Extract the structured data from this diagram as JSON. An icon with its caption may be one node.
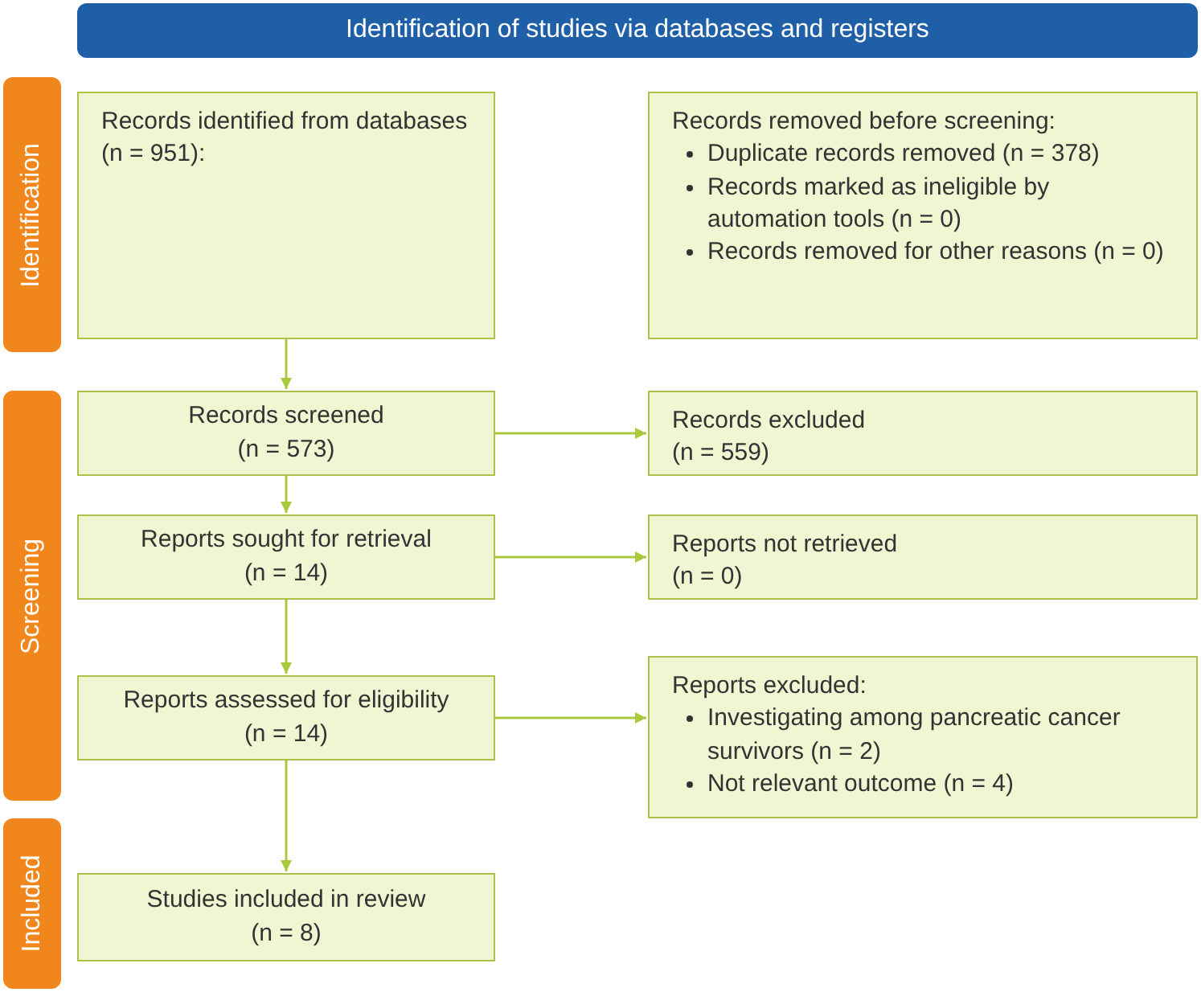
{
  "diagram": {
    "nodes": [
      {
        "text": [
          "Identification of studies via databases and registers"
        ]
      },
      {
        "text": [
          "Identification"
        ]
      },
      {
        "text": [
          "Screening"
        ]
      },
      {
        "text": [
          "Included"
        ]
      },
      {
        "text": [
          "Records identified from databases (n = 951):"
        ]
      },
      {
        "text": [
          "Records removed before screening:",
          "Duplicate records removed (n = 378)",
          "Records marked as ineligible by automation tools (n = 0)",
          "Records removed for other reasons (n = 0)"
        ]
      },
      {
        "text": [
          "Records screened",
          "(n = 573)"
        ]
      },
      {
        "text": [
          "Records excluded",
          "(n = 559)"
        ]
      },
      {
        "text": [
          "Reports sought for retrieval",
          "(n = 14)"
        ]
      },
      {
        "text": [
          "Reports not retrieved",
          "(n = 0)"
        ]
      },
      {
        "text": [
          "Reports assessed for eligibility",
          "(n = 14)"
        ]
      },
      {
        "text": [
          "Reports excluded:",
          "Investigating among pancreatic cancer survivors (n = 2)",
          "Not relevant outcome (n = 4)"
        ]
      },
      {
        "text": [
          "Studies included in review",
          "(n = 8)"
        ]
      }
    ],
    "edges": [
      {
        "from": 4,
        "to": 6,
        "arrow": "to"
      },
      {
        "from": 6,
        "to": 8,
        "arrow": "to"
      },
      {
        "from": 8,
        "to": 10,
        "arrow": "to"
      },
      {
        "from": 10,
        "to": 12,
        "arrow": "to"
      },
      {
        "from": 6,
        "to": 7,
        "arrow": "to"
      },
      {
        "from": 8,
        "to": 9,
        "arrow": "to"
      },
      {
        "from": 10,
        "to": 11,
        "arrow": "to"
      }
    ]
  }
}
